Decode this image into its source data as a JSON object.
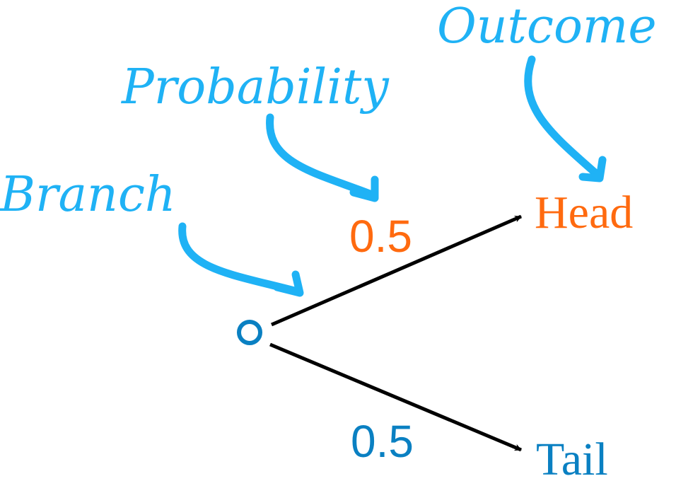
{
  "annotations": {
    "outcome": "Outcome",
    "probability": "Probability",
    "branch": "Branch"
  },
  "tree": {
    "branches": [
      {
        "probability": "0.5",
        "outcome": "Head"
      },
      {
        "probability": "0.5",
        "outcome": "Tail"
      }
    ]
  },
  "colors": {
    "annotation": "#1fb2f5",
    "head": "#ff6a0f",
    "tail": "#0a80c2",
    "node": "#0a80c2",
    "edge": "#000000"
  }
}
